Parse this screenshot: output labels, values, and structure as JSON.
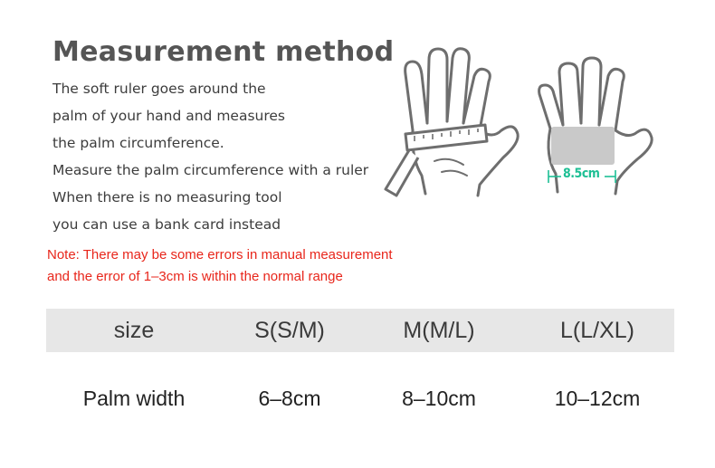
{
  "title": "Measurement method",
  "description": [
    "The soft ruler goes around the",
    "palm of your hand and measures",
    "the palm circumference.",
    "Measure the palm circumference with a ruler",
    "When there is no measuring tool",
    "you can use a bank card instead"
  ],
  "note": [
    "Note: There may be some errors in manual measurement",
    "and the error of 1–3cm is within the normal range"
  ],
  "card_measure_label": "8.5cm",
  "colors": {
    "note_red": "#e8261b",
    "measure_green": "#1dbf94",
    "header_bg": "#e7e7e7",
    "outline_gray": "#6e6e6e"
  },
  "table": {
    "header": [
      "size",
      "S(S/M)",
      "M(M/L)",
      "L(L/XL)"
    ],
    "row": [
      "Palm width",
      "6–8cm",
      "8–10cm",
      "10–12cm"
    ]
  }
}
